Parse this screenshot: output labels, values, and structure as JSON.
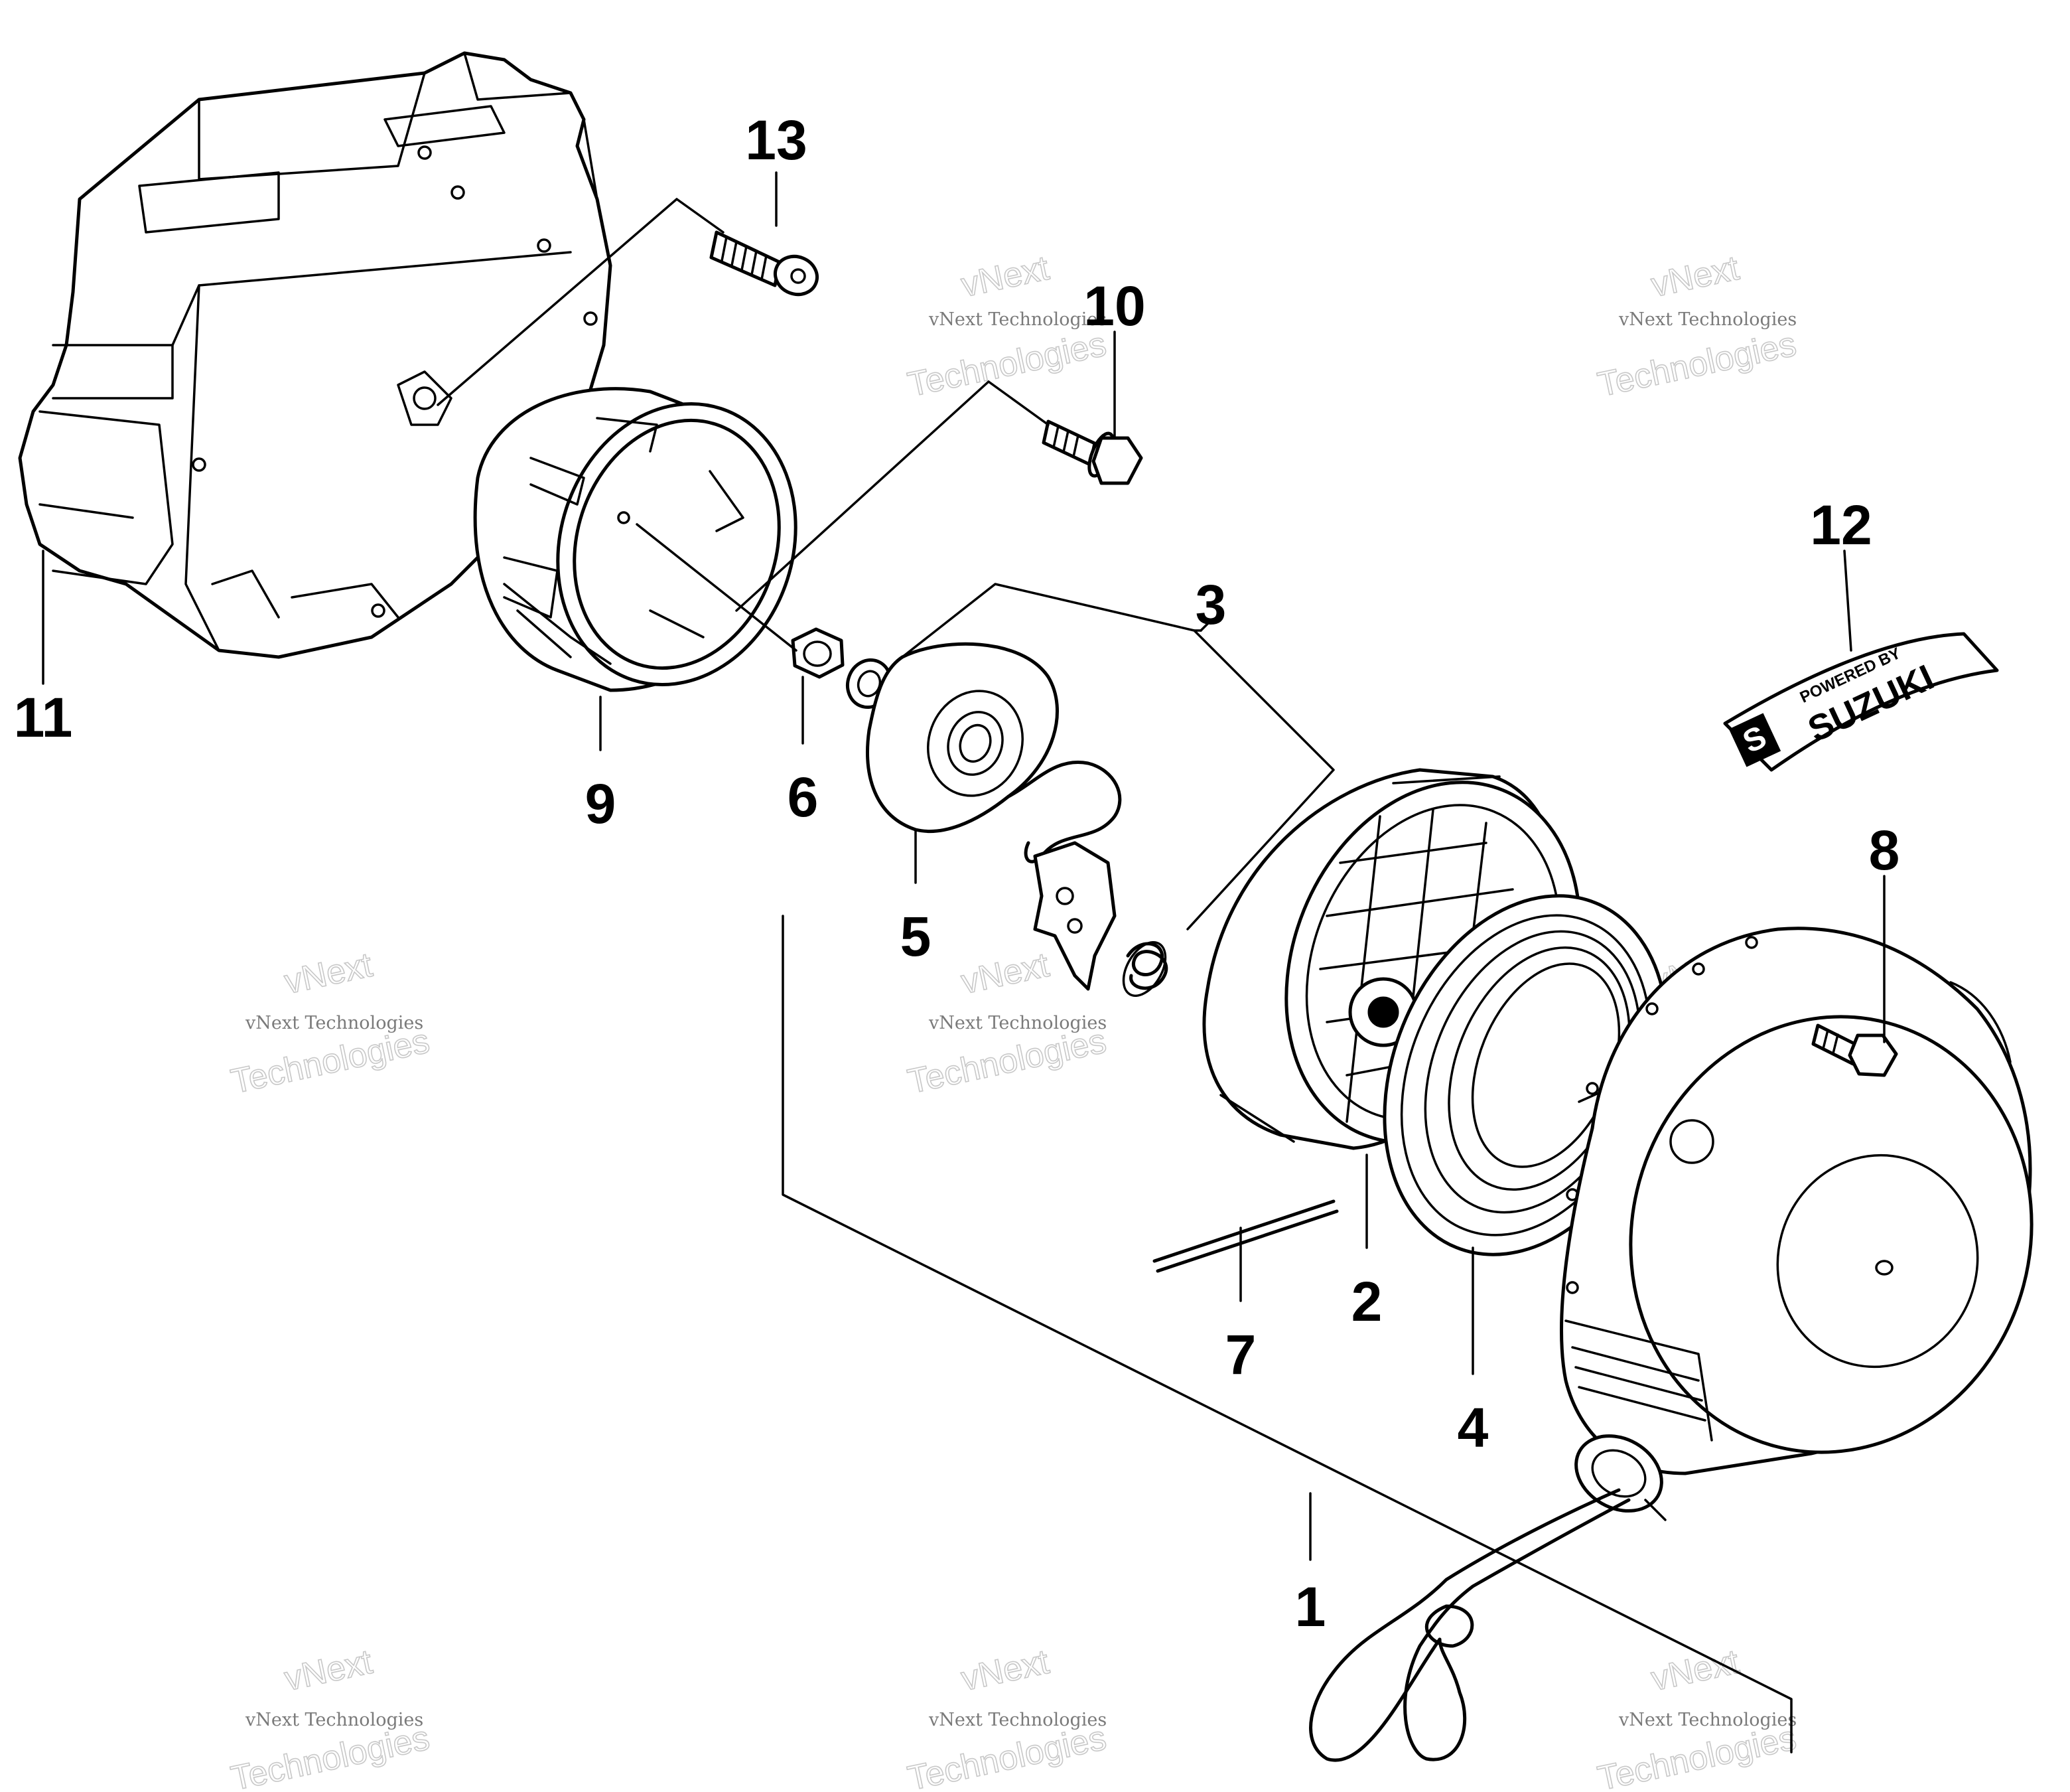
{
  "parts": [
    {
      "number": "1"
    },
    {
      "number": "2"
    },
    {
      "number": "3"
    },
    {
      "number": "4"
    },
    {
      "number": "5"
    },
    {
      "number": "6"
    },
    {
      "number": "7"
    },
    {
      "number": "8"
    },
    {
      "number": "9"
    },
    {
      "number": "10"
    },
    {
      "number": "11"
    },
    {
      "number": "12"
    },
    {
      "number": "13"
    }
  ],
  "decal": {
    "line1": "POWERED BY",
    "line2": "SUZUKI",
    "logo_letter": "S"
  },
  "watermark": {
    "small": "vNext Technologies",
    "large_line1": "vNext",
    "large_line2": "Technologies"
  },
  "colors": {
    "line": "#000000",
    "background": "#ffffff",
    "watermark": "#c8c8c8"
  }
}
